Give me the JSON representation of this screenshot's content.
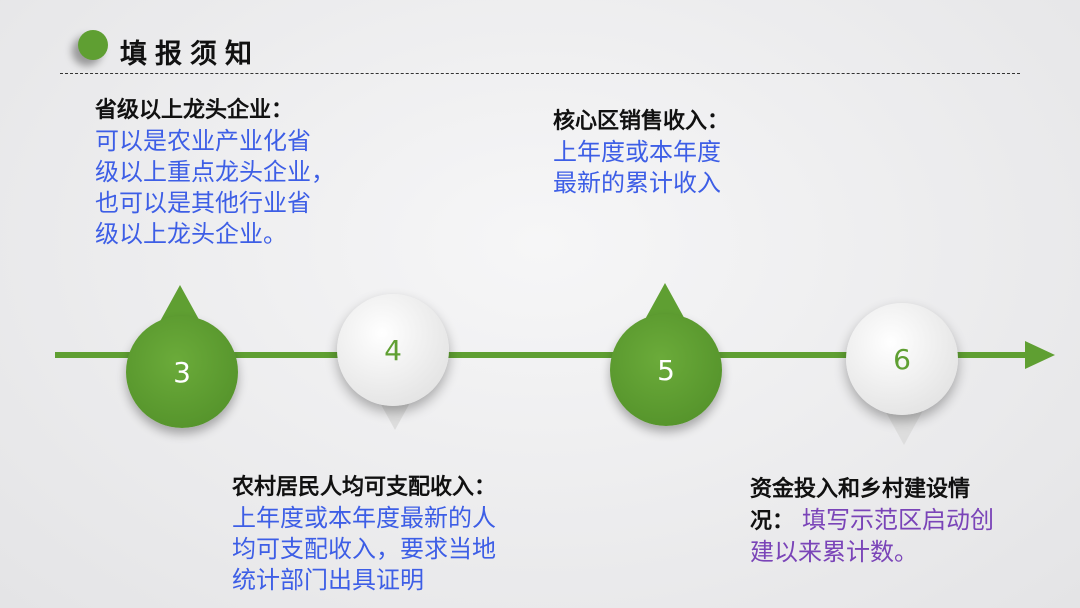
{
  "title": "填报须知",
  "colors": {
    "green": "#5f9f32",
    "blue": "#3d5ee6",
    "purple": "#7a44b8"
  },
  "steps": [
    {
      "number": "3",
      "heading": "省级以上龙头企业：",
      "lines": [
        "可以是农业产业化省",
        "级以上重点龙头企业，",
        "也可以是其他行业省",
        "级以上龙头企业。"
      ]
    },
    {
      "number": "4",
      "heading": "农村居民人均可支配收入：",
      "lines": [
        "上年度或本年度最新的人",
        "均可支配收入，要求当地",
        "统计部门出具证明"
      ]
    },
    {
      "number": "5",
      "heading": "核心区销售收入：",
      "lines": [
        "上年度或本年度",
        "最新的累计收入"
      ]
    },
    {
      "number": "6",
      "heading": "资金投入和乡村建设情",
      "heading2": "况：",
      "inline": "填写示范区启动创",
      "lines": [
        "建以来累计数。"
      ]
    }
  ]
}
